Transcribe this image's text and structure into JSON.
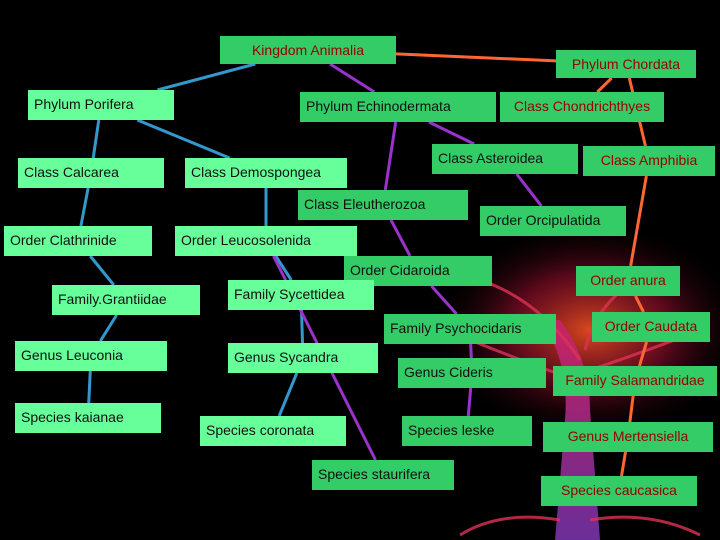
{
  "colors": {
    "background": "#000000",
    "sponge_box": "#66ff99",
    "echinoderm_box": "#33cc66",
    "chordate_box": "#33cc66",
    "root_box": "#33cc66",
    "sponge_link": "#3399cc",
    "echinoderm_link": "#9933cc",
    "chordate_link": "#ff6633",
    "root_text": "#990000",
    "chordate_text": "#990000"
  },
  "nodes": [
    {
      "id": "kingdom",
      "label": "Kingdom Animalia",
      "group": "root"
    },
    {
      "id": "porifera",
      "label": "Phylum Porifera",
      "group": "sponge"
    },
    {
      "id": "echinodermata",
      "label": "Phylum Echinodermata",
      "group": "echinoderm"
    },
    {
      "id": "chordata",
      "label": "Phylum Chordata",
      "group": "chordate"
    },
    {
      "id": "calcarea",
      "label": "Class Calcarea",
      "group": "sponge"
    },
    {
      "id": "demospongea",
      "label": "Class Demospongea",
      "group": "sponge"
    },
    {
      "id": "eleutherozoa",
      "label": "Class Eleutherozoa",
      "group": "echinoderm"
    },
    {
      "id": "asteroidea",
      "label": "Class Asteroidea",
      "group": "echinoderm"
    },
    {
      "id": "chondrichthyes",
      "label": "Class Chondrichthyes",
      "group": "chordate"
    },
    {
      "id": "amphibia",
      "label": "Class Amphibia",
      "group": "chordate"
    },
    {
      "id": "clathrinide",
      "label": "Order Clathrinide",
      "group": "sponge"
    },
    {
      "id": "leucosolenida",
      "label": "Order Leucosolenida",
      "group": "sponge"
    },
    {
      "id": "orcipulatida",
      "label": "Order Orcipulatida",
      "group": "echinoderm"
    },
    {
      "id": "cidaroida",
      "label": "Order Cidaroida",
      "group": "echinoderm"
    },
    {
      "id": "anura",
      "label": "Order anura",
      "group": "chordate"
    },
    {
      "id": "caudata",
      "label": "Order Caudata",
      "group": "chordate"
    },
    {
      "id": "grantiidae",
      "label": "Family.Grantiidae",
      "group": "sponge"
    },
    {
      "id": "sycettidea",
      "label": "Family Sycettidea",
      "group": "sponge"
    },
    {
      "id": "psychocidaris",
      "label": "Family Psychocidaris",
      "group": "echinoderm"
    },
    {
      "id": "salamandridae",
      "label": "Family Salamandridae",
      "group": "chordate"
    },
    {
      "id": "leuconia",
      "label": "Genus Leuconia",
      "group": "sponge"
    },
    {
      "id": "sycandra",
      "label": "Genus Sycandra",
      "group": "sponge"
    },
    {
      "id": "cideris",
      "label": "Genus Cideris",
      "group": "echinoderm"
    },
    {
      "id": "mertensiella",
      "label": "Genus Mertensiella",
      "group": "chordate"
    },
    {
      "id": "kaianae",
      "label": "Species kaianae",
      "group": "sponge"
    },
    {
      "id": "coronata",
      "label": "Species coronata",
      "group": "sponge"
    },
    {
      "id": "leske",
      "label": "Species leske",
      "group": "echinoderm"
    },
    {
      "id": "staurifera",
      "label": "Species staurifera",
      "group": "echinoderm"
    },
    {
      "id": "caucasica",
      "label": "Species caucasica",
      "group": "chordate"
    }
  ],
  "links": [
    {
      "from": "kingdom",
      "to": "porifera",
      "group": "sponge"
    },
    {
      "from": "kingdom",
      "to": "echinodermata",
      "group": "echinoderm"
    },
    {
      "from": "kingdom",
      "to": "chordata",
      "group": "chordate"
    },
    {
      "from": "porifera",
      "to": "calcarea",
      "group": "sponge"
    },
    {
      "from": "porifera",
      "to": "demospongea",
      "group": "sponge"
    },
    {
      "from": "calcarea",
      "to": "clathrinide",
      "group": "sponge"
    },
    {
      "from": "demospongea",
      "to": "leucosolenida",
      "group": "sponge"
    },
    {
      "from": "clathrinide",
      "to": "grantiidae",
      "group": "sponge"
    },
    {
      "from": "leucosolenida",
      "to": "sycettidea",
      "group": "sponge"
    },
    {
      "from": "grantiidae",
      "to": "leuconia",
      "group": "sponge"
    },
    {
      "from": "leuconia",
      "to": "kaianae",
      "group": "sponge"
    },
    {
      "from": "sycettidea",
      "to": "sycandra",
      "group": "sponge"
    },
    {
      "from": "sycandra",
      "to": "coronata",
      "group": "sponge"
    },
    {
      "from": "echinodermata",
      "to": "eleutherozoa",
      "group": "echinoderm"
    },
    {
      "from": "echinodermata",
      "to": "asteroidea",
      "group": "echinoderm"
    },
    {
      "from": "eleutherozoa",
      "to": "cidaroida",
      "group": "echinoderm"
    },
    {
      "from": "asteroidea",
      "to": "orcipulatida",
      "group": "echinoderm"
    },
    {
      "from": "cidaroida",
      "to": "psychocidaris",
      "group": "echinoderm"
    },
    {
      "from": "psychocidaris",
      "to": "cideris",
      "group": "echinoderm"
    },
    {
      "from": "cideris",
      "to": "leske",
      "group": "echinoderm"
    },
    {
      "from": "leucosolenida",
      "to": "staurifera",
      "group": "echinoderm"
    },
    {
      "from": "chordata",
      "to": "chondrichthyes",
      "group": "chordate"
    },
    {
      "from": "chordata",
      "to": "amphibia",
      "group": "chordate"
    },
    {
      "from": "amphibia",
      "to": "anura",
      "group": "chordate"
    },
    {
      "from": "anura",
      "to": "caudata",
      "group": "chordate"
    },
    {
      "from": "caudata",
      "to": "salamandridae",
      "group": "chordate"
    },
    {
      "from": "salamandridae",
      "to": "mertensiella",
      "group": "chordate"
    },
    {
      "from": "mertensiella",
      "to": "caucasica",
      "group": "chordate"
    }
  ]
}
